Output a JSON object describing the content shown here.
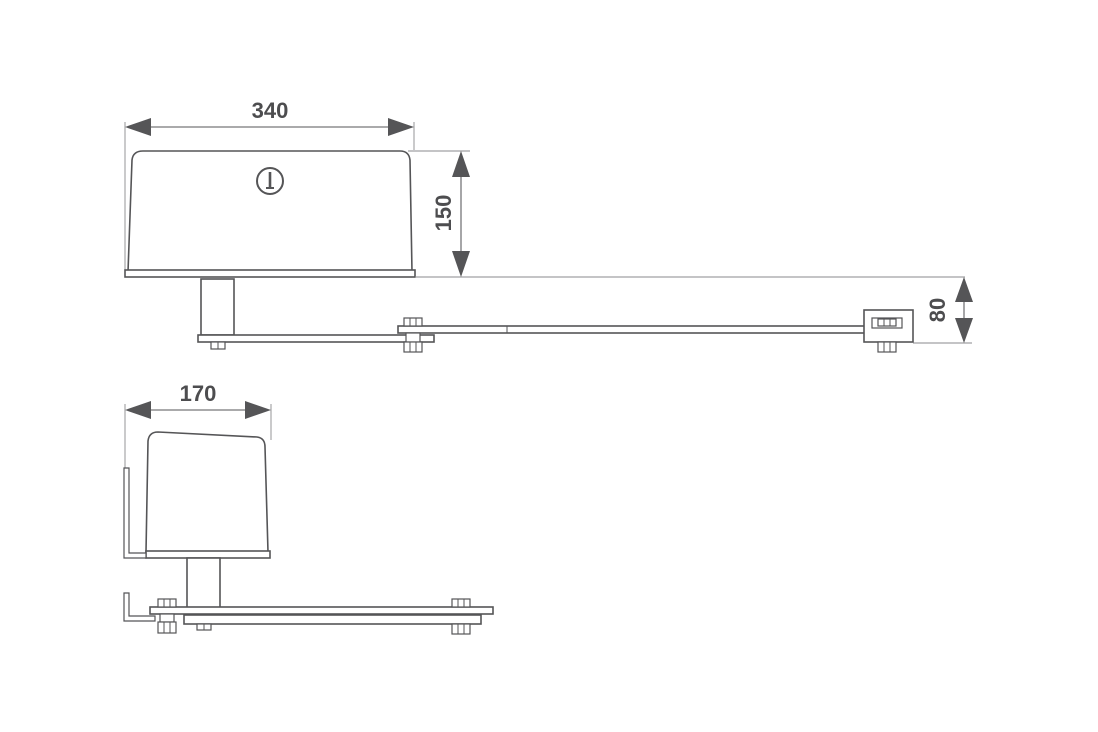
{
  "dimensions": {
    "top_view_width": "340",
    "top_view_height": "150",
    "arm_offset": "80",
    "side_view_width": "170"
  },
  "colors": {
    "line": "#555557",
    "dimension_text": "#4d4d4f",
    "background": "#ffffff"
  },
  "icons": {
    "housing_symbol": "power-symbol-icon"
  }
}
